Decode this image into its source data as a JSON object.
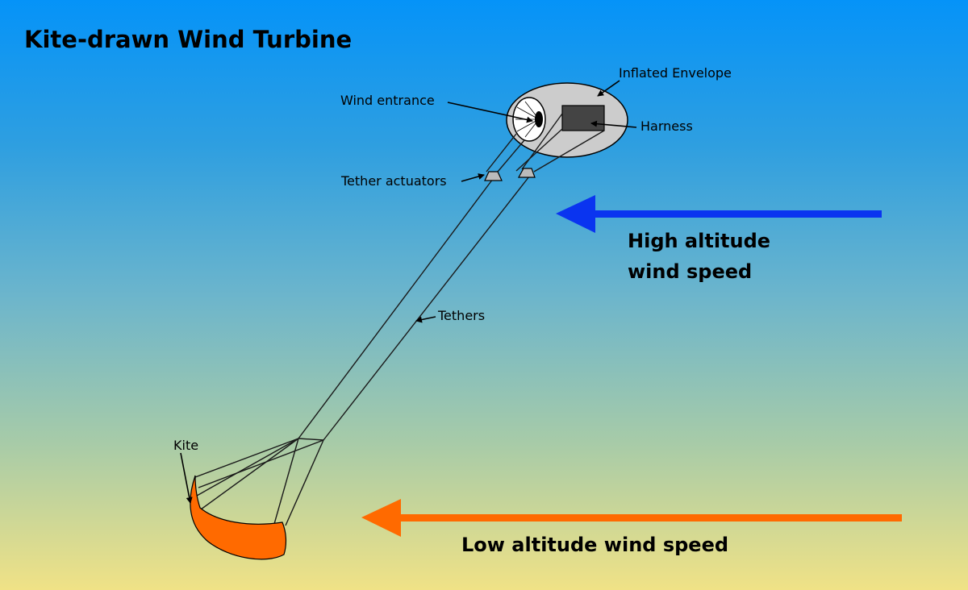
{
  "title": "Kite-drawn Wind Turbine",
  "labels": {
    "inflated_envelope": "Inflated Envelope",
    "wind_entrance": "Wind entrance",
    "harness": "Harness",
    "tether_actuators": "Tether actuators",
    "tethers": "Tethers",
    "kite": "Kite"
  },
  "wind": {
    "high_line1": "High altitude",
    "high_line2": "wind speed",
    "low": "Low altitude wind speed"
  },
  "colors": {
    "envelope": "#cccccc",
    "harness": "#444444",
    "kite": "#ff6a00",
    "high_arrow": "#0a34f0",
    "low_arrow": "#ff6a00"
  }
}
